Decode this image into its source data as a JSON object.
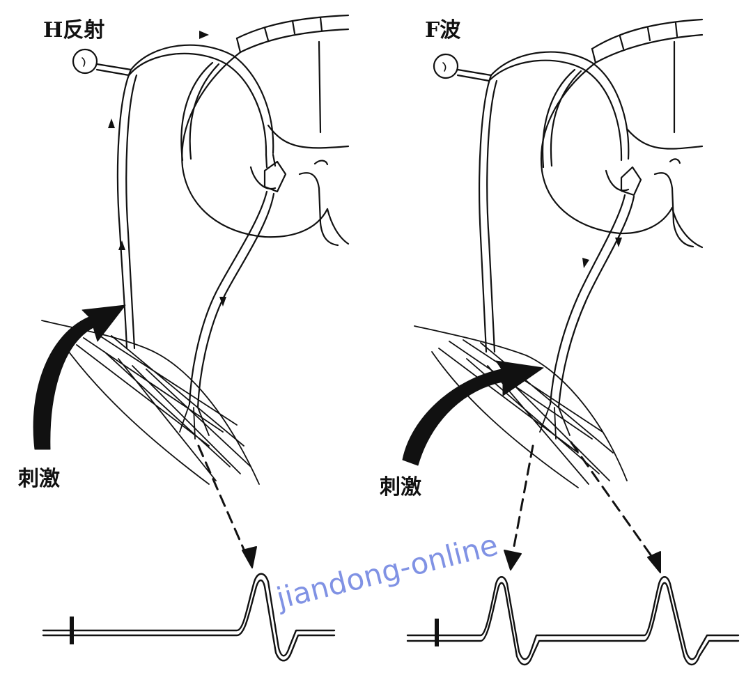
{
  "panels": [
    {
      "id": "h-reflex",
      "title": "H反射",
      "stimulus_label": "刺激"
    },
    {
      "id": "f-wave",
      "title": "F波",
      "stimulus_label": "刺激"
    }
  ],
  "watermark": "jiandong-online",
  "colors": {
    "ink": "#111111",
    "paper": "#ffffff",
    "watermark": "#6a7fe0"
  }
}
